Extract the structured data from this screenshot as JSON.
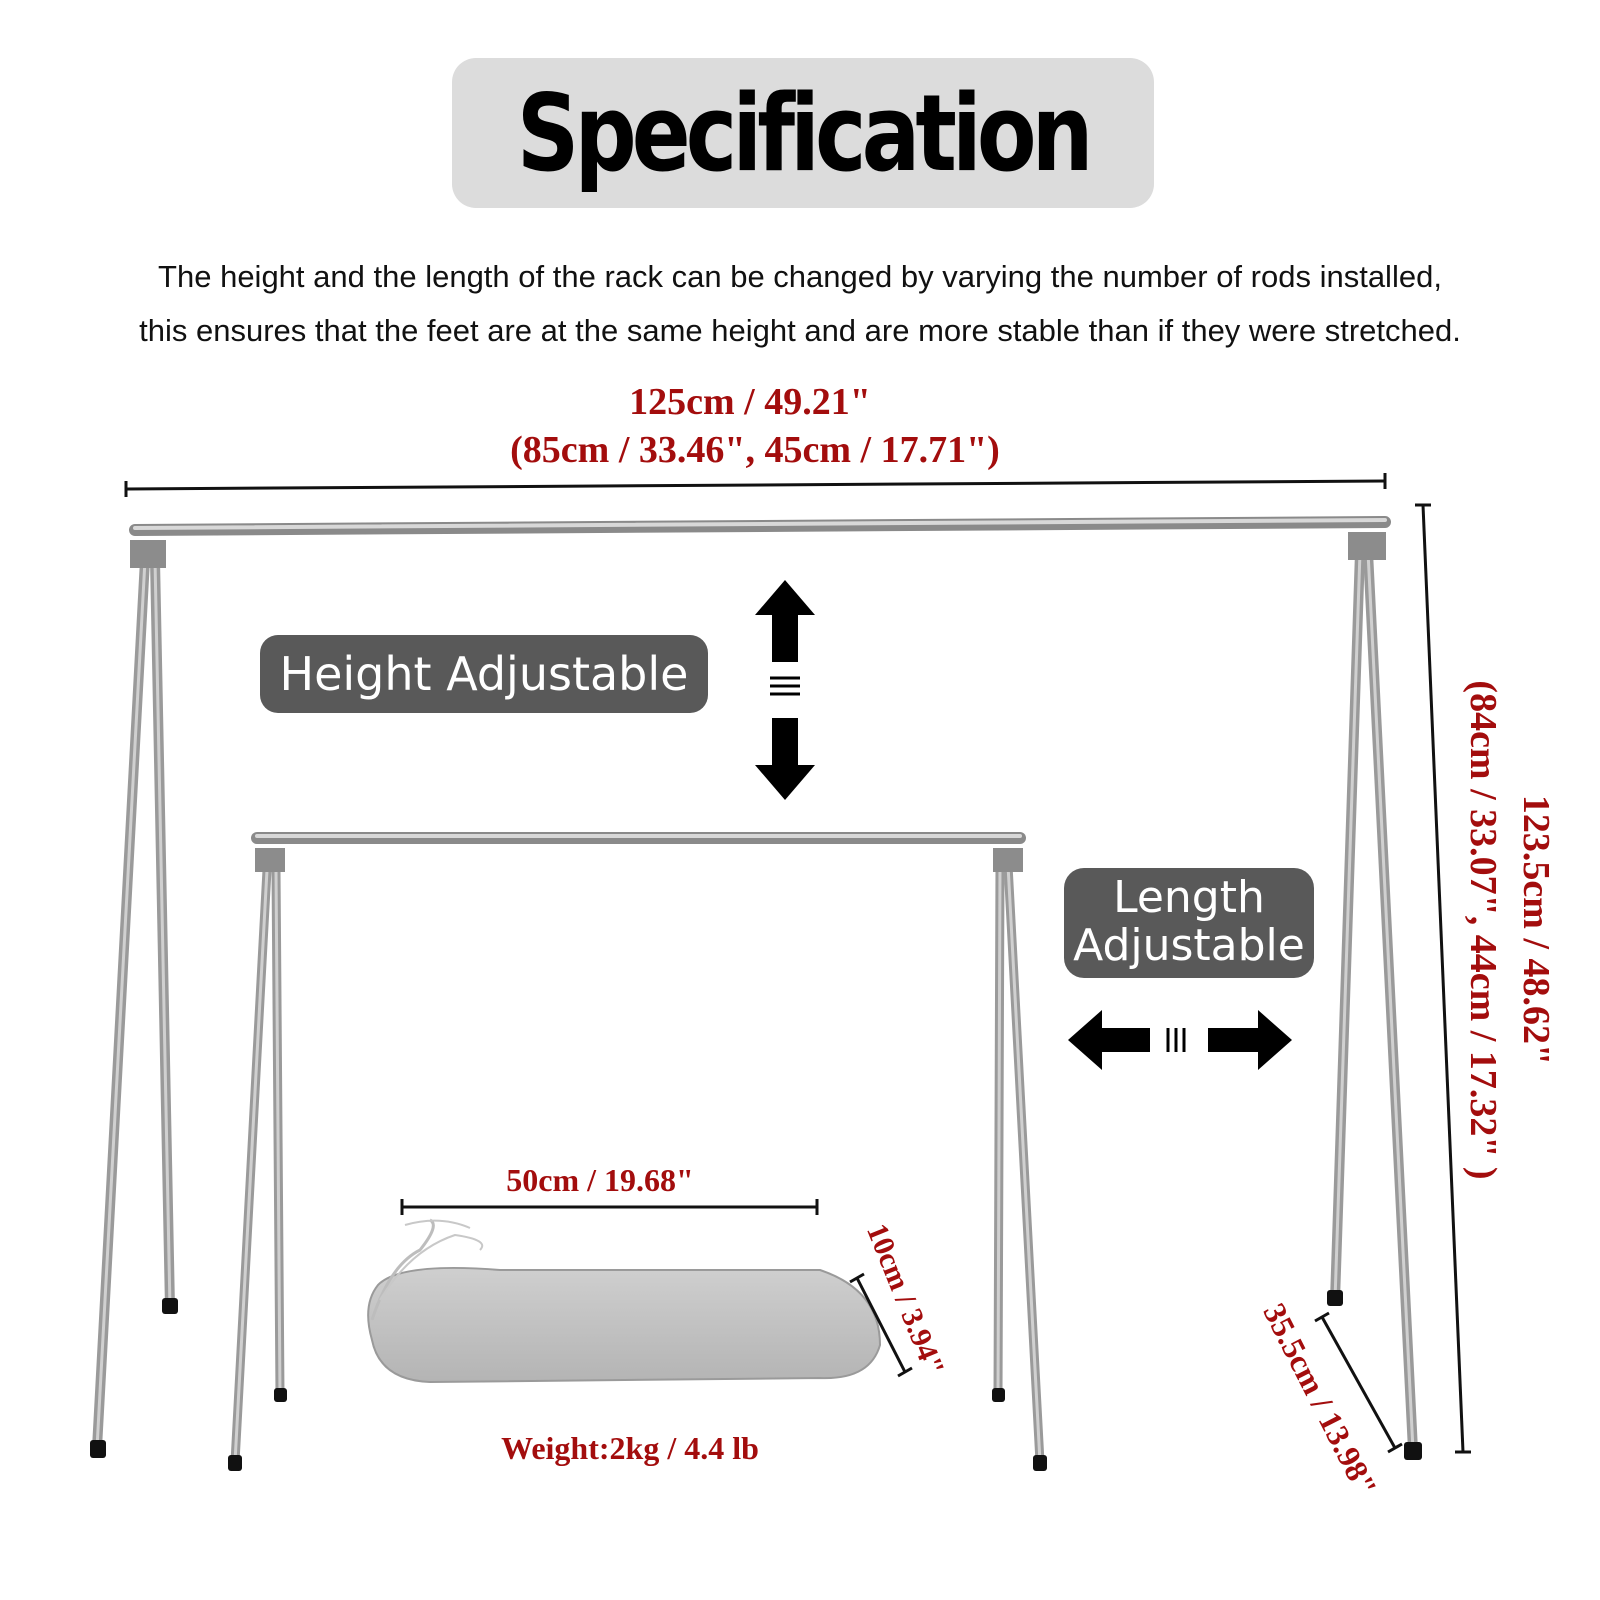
{
  "title": "Specification",
  "description": {
    "line1": "The height and the length of the rack can be changed by varying the number of rods installed,",
    "line2": "this ensures that the feet are at the same height and are more stable than if they were stretched."
  },
  "badges": {
    "height": "Height Adjustable",
    "length_line1": "Length",
    "length_line2": "Adjustable"
  },
  "dimensions": {
    "length_main": "125cm / 49.21\"",
    "length_alt": "(85cm / 33.46\", 45cm / 17.71\")",
    "height_main": "123.5cm / 48.62\"",
    "height_alt": "(84cm / 33.07\", 44cm / 17.32\" )",
    "foot_width": "35.5cm / 13.98\"",
    "bag_length": "50cm / 19.68\"",
    "bag_height": "10cm / 3.94\"",
    "weight": "Weight:2kg / 4.4 lb"
  },
  "colors": {
    "dimension_text": "#a30d0d",
    "badge_bg": "#595959",
    "title_bg": "#dcdcdc",
    "rod": "#9a9a9a"
  },
  "icons": [
    "up-arrow-icon",
    "down-arrow-icon",
    "left-arrow-icon",
    "right-arrow-icon",
    "equals-icon"
  ]
}
